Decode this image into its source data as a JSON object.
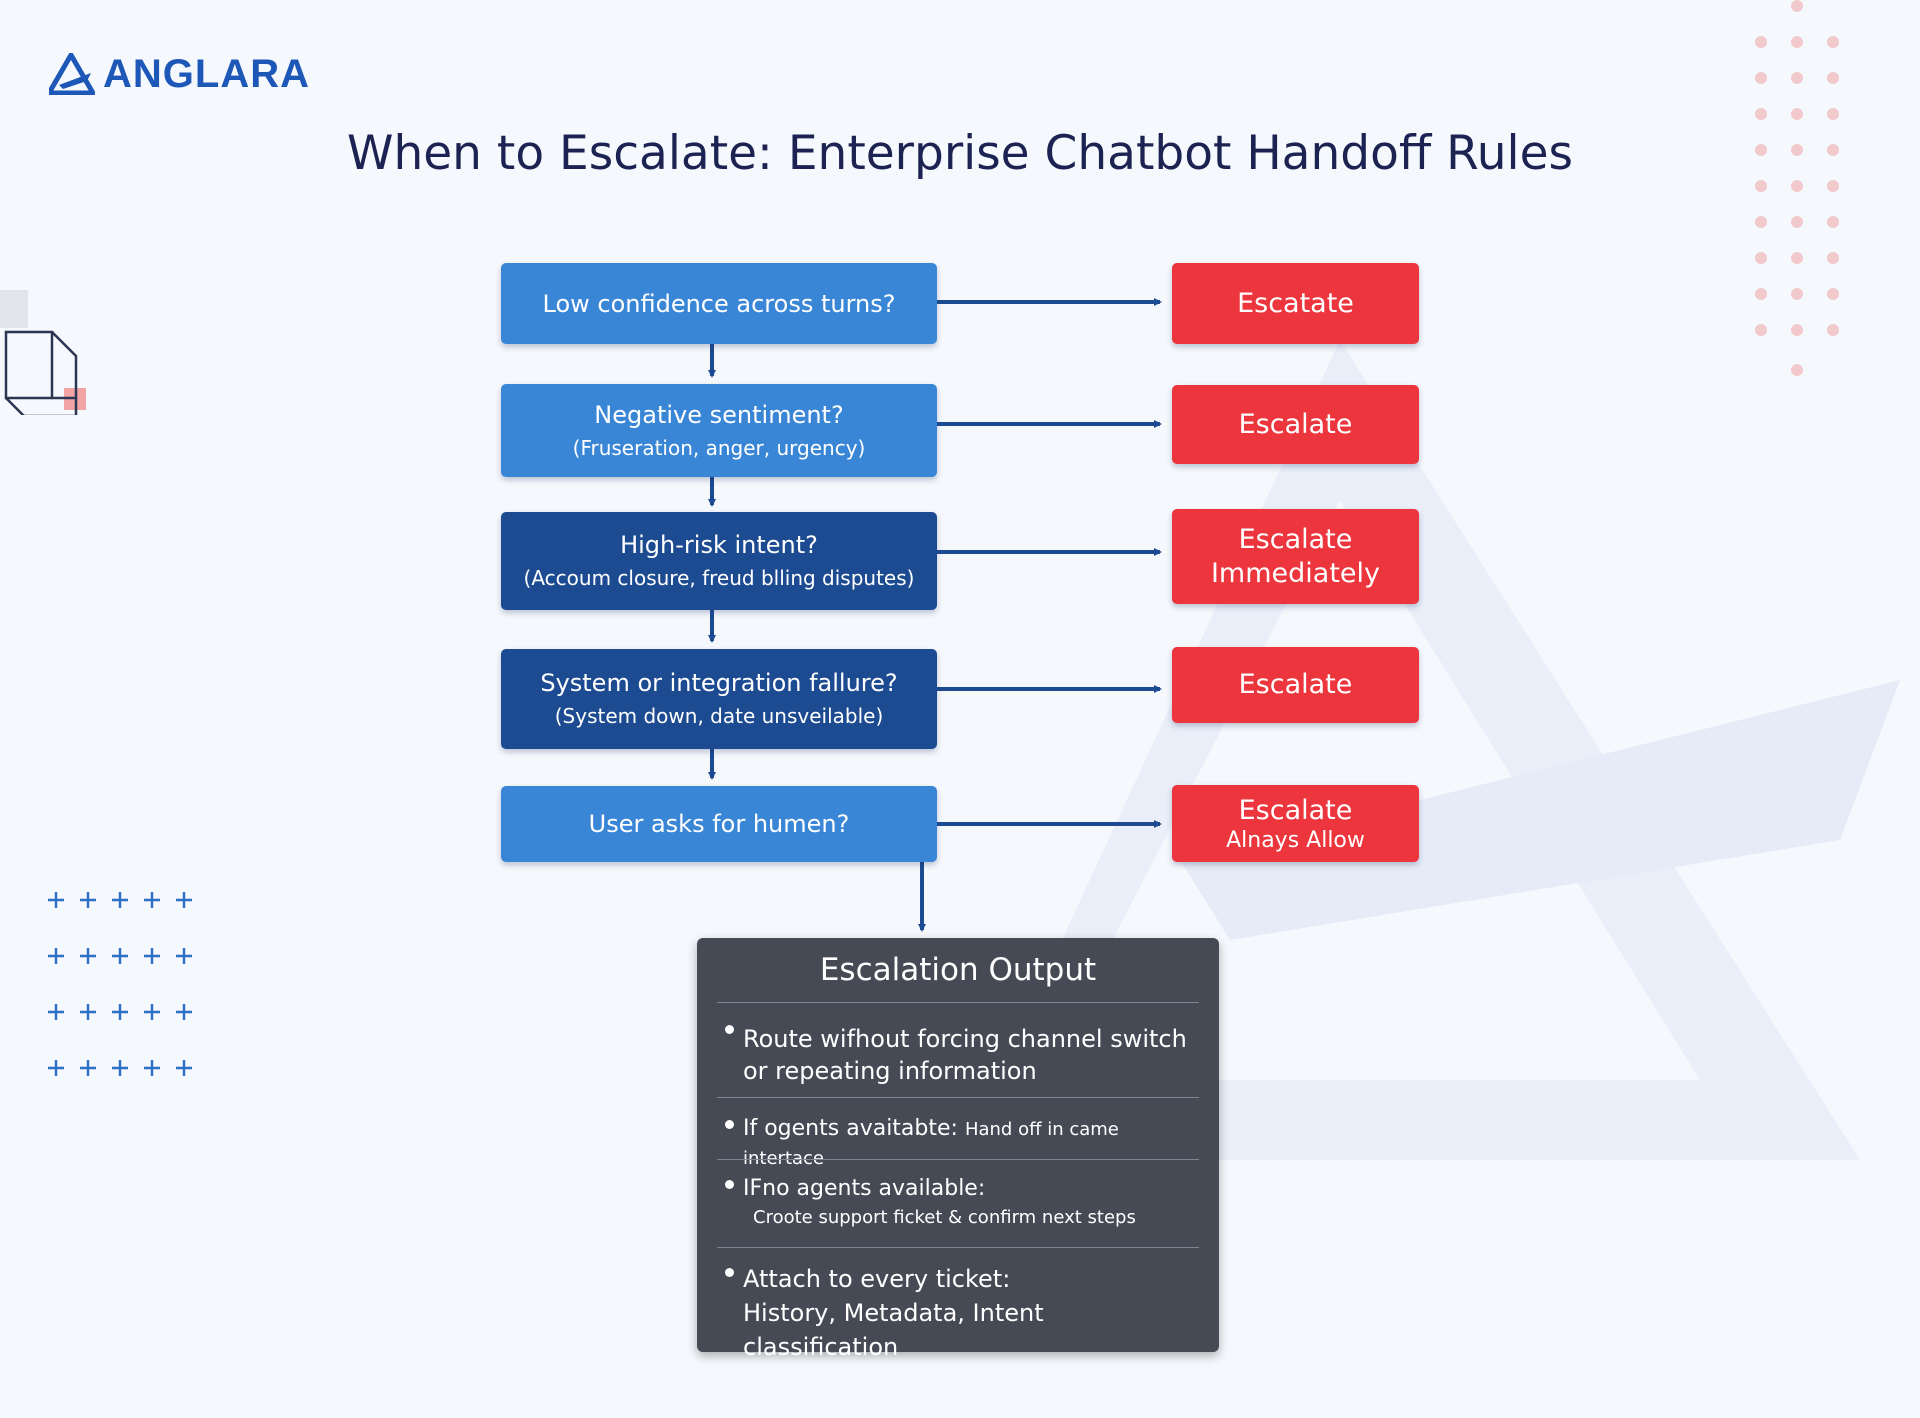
{
  "brand": {
    "name": "ANGLARA"
  },
  "title": "When to Escalate: Enterprise Chatbot Handoff Rules",
  "colors": {
    "brand_blue": "#1d57b7",
    "question_light": "#3a86d6",
    "question_dark": "#1d4b92",
    "escalate_red": "#ec353c",
    "output_panel": "#454a55",
    "connector": "#1d4b92"
  },
  "questions": [
    {
      "main": "Low confidence across turns?",
      "sub": ""
    },
    {
      "main": "Negative sentiment?",
      "sub": "(Fruseration, anger, urgency)"
    },
    {
      "main": "High-risk intent?",
      "sub": "(Accoum closure, freud blling disputes)"
    },
    {
      "main": "System or integration fallure?",
      "sub": "(System down, date unsveilable)"
    },
    {
      "main": "User asks for humen?",
      "sub": ""
    }
  ],
  "outcomes": [
    {
      "main": "Escatate",
      "sub": ""
    },
    {
      "main": "Escalate",
      "sub": ""
    },
    {
      "main": "Escalate Immediately",
      "sub": ""
    },
    {
      "main": "Escalate",
      "sub": ""
    },
    {
      "main": "Escalate",
      "sub": "Alnays Allow"
    }
  ],
  "output": {
    "title": "Escalation Output",
    "item1": "Route wifhout forcing channel switch or repeating information",
    "item2_bold": "If ogents avaitabte:",
    "item2_rest": "Hand off in came intertace",
    "item3_line1": "IFno agents available:",
    "item3_line2": "Croote support ficket & confirm next steps",
    "item4_line1": "Attach to every ticket:",
    "item4_line2": "History, Metadata, Intent classification"
  }
}
